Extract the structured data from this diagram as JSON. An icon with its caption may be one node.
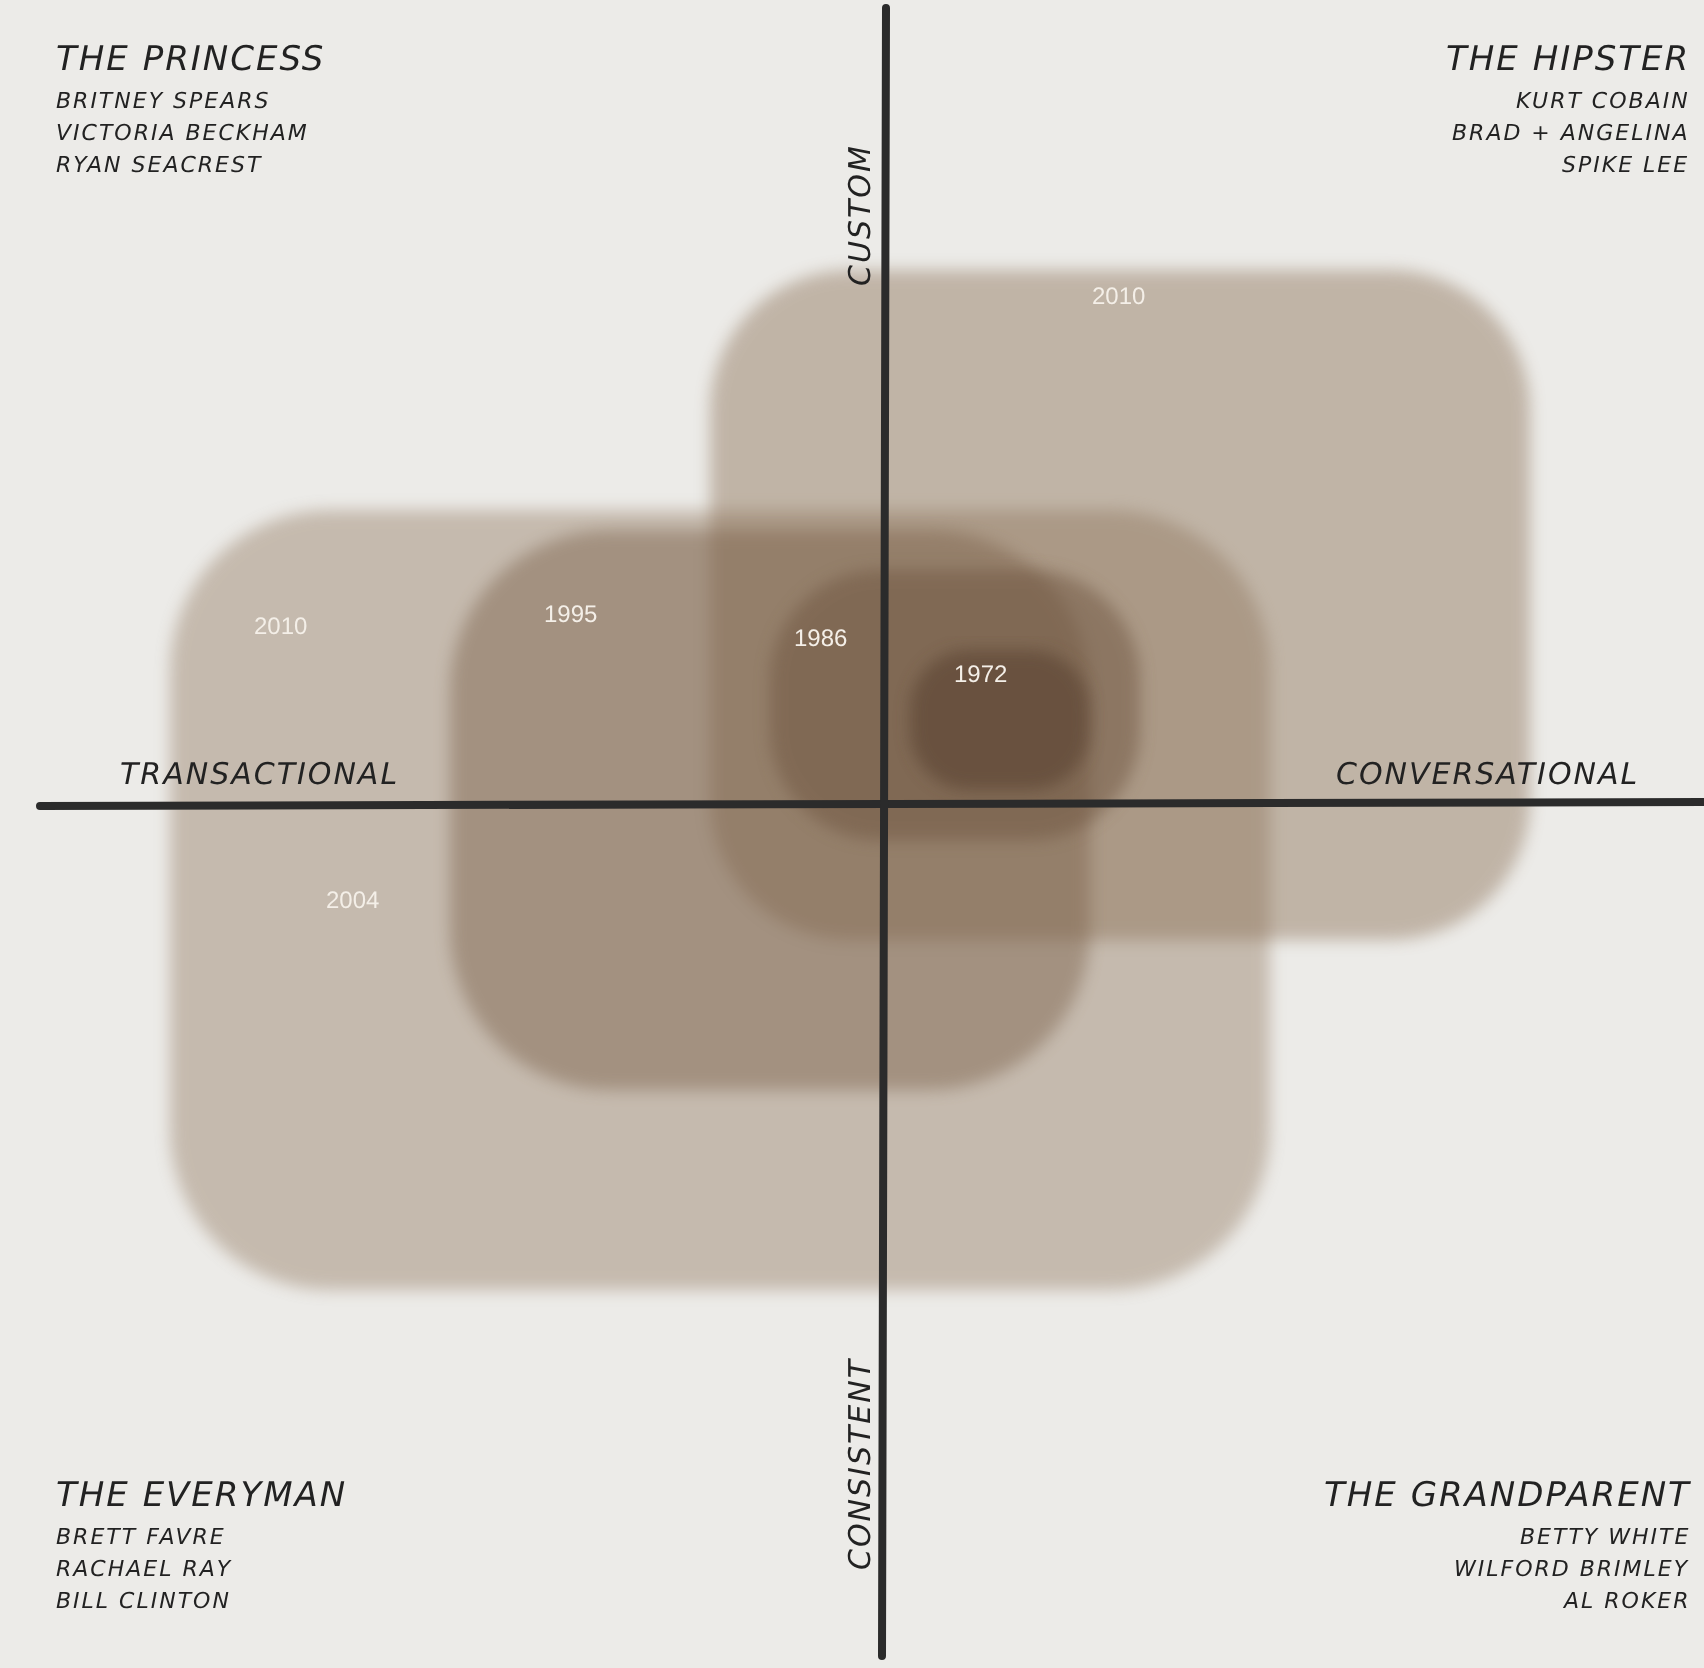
{
  "diagram": {
    "labels": [
      "THE PRINCESS",
      "BRITNEY SPEARS",
      "VICTORIA BECKHAM",
      "RYAN SEACREST",
      "THE HIPSTER",
      "KURT COBAIN",
      "BRAD + ANGELINA",
      "SPIKE LEE",
      "CUSTOM",
      "2010",
      "2010",
      "1995",
      "1986",
      "1972",
      "TRANSACTIONAL",
      "CONVERSATIONAL",
      "2004",
      "CONSISTENT",
      "THE EVERYMAN",
      "BRETT FAVRE",
      "RACHAEL RAY",
      "BILL CLINTON",
      "THE GRANDPARENT",
      "BETTY WHITE",
      "WILFORD BRIMLEY",
      "AL ROKER"
    ]
  }
}
